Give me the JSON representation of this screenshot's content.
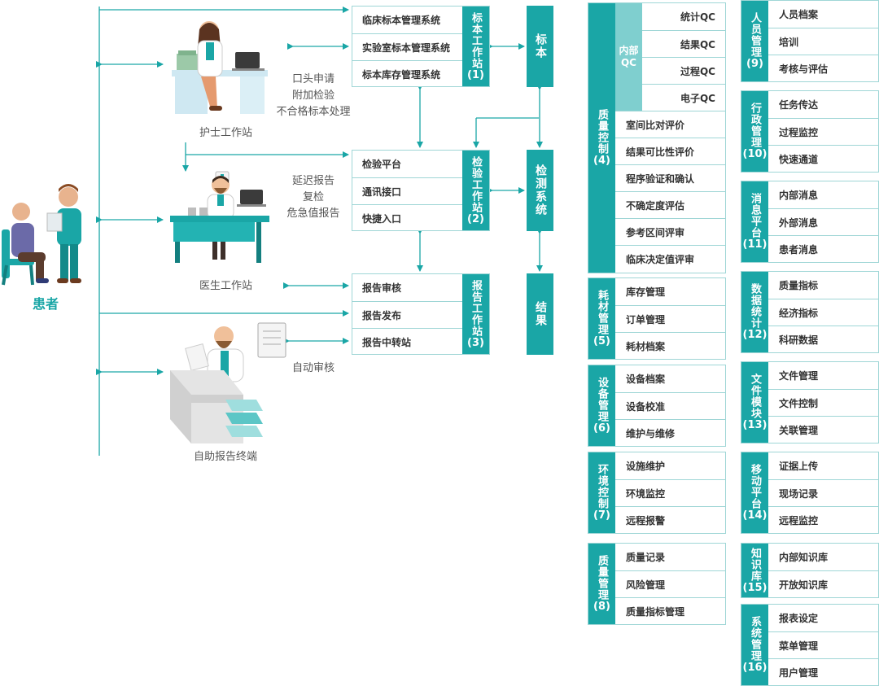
{
  "patient_label": "患者",
  "stations": {
    "nurse": {
      "caption": "护士工作站",
      "notes": [
        "口头申请",
        "附加检验",
        "不合格标本处理"
      ]
    },
    "doctor": {
      "caption": "医生工作站",
      "notes": [
        "延迟报告",
        "复检",
        "危急值报告"
      ]
    },
    "kiosk": {
      "caption": "自助报告终端",
      "notes": [
        "自动审核"
      ]
    }
  },
  "workstations": [
    {
      "title": "标本工作站",
      "num": "(1)",
      "items": [
        "临床标本管理系统",
        "实验室标本管理系统",
        "标本库存管理系统"
      ]
    },
    {
      "title": "检验工作站",
      "num": "(2)",
      "items": [
        "检验平台",
        "通讯接口",
        "快捷入口"
      ]
    },
    {
      "title": "报告工作站",
      "num": "(3)",
      "items": [
        "报告审核",
        "报告发布",
        "报告中转站"
      ]
    }
  ],
  "flow": [
    "标本",
    "检测系统",
    "结果"
  ],
  "quality_control": {
    "title": "质量控制",
    "num": "(4)",
    "internal_qc": {
      "title": "内部QC",
      "items": [
        "统计QC",
        "结果QC",
        "过程QC",
        "电子QC"
      ]
    },
    "items": [
      "室间比对评价",
      "结果可比性评价",
      "程序验证和确认",
      "不确定度评估",
      "参考区间评审",
      "临床决定值评审"
    ]
  },
  "mid_modules": [
    {
      "title": "耗材管理",
      "num": "(5)",
      "items": [
        "库存管理",
        "订单管理",
        "耗材档案"
      ]
    },
    {
      "title": "设备管理",
      "num": "(6)",
      "items": [
        "设备档案",
        "设备校准",
        "维护与维修"
      ]
    },
    {
      "title": "环境控制",
      "num": "(7)",
      "items": [
        "设施维护",
        "环境监控",
        "远程报警"
      ]
    },
    {
      "title": "质量管理",
      "num": "(8)",
      "items": [
        "质量记录",
        "风险管理",
        "质量指标管理"
      ]
    }
  ],
  "right_modules": [
    {
      "title": "人员管理",
      "num": "(9)",
      "items": [
        "人员档案",
        "培训",
        "考核与评估"
      ]
    },
    {
      "title": "行政管理",
      "num": "(10)",
      "items": [
        "任务传达",
        "过程监控",
        "快速通道"
      ]
    },
    {
      "title": "消息平台",
      "num": "(11)",
      "items": [
        "内部消息",
        "外部消息",
        "患者消息"
      ]
    },
    {
      "title": "数据统计",
      "num": "(12)",
      "items": [
        "质量指标",
        "经济指标",
        "科研数据"
      ]
    },
    {
      "title": "文件模块",
      "num": "(13)",
      "items": [
        "文件管理",
        "文件控制",
        "关联管理"
      ]
    },
    {
      "title": "移动平台",
      "num": "(14)",
      "items": [
        "证据上传",
        "现场记录",
        "远程监控"
      ]
    },
    {
      "title": "知识库",
      "num": "(15)",
      "items": [
        "内部知识库",
        "开放知识库"
      ]
    },
    {
      "title": "系统管理",
      "num": "(16)",
      "items": [
        "报表设定",
        "菜单管理",
        "用户管理"
      ]
    }
  ],
  "colors": {
    "teal": "#1aa6a6",
    "light_teal": "#7fcfcf",
    "border": "#9fd6d6"
  }
}
